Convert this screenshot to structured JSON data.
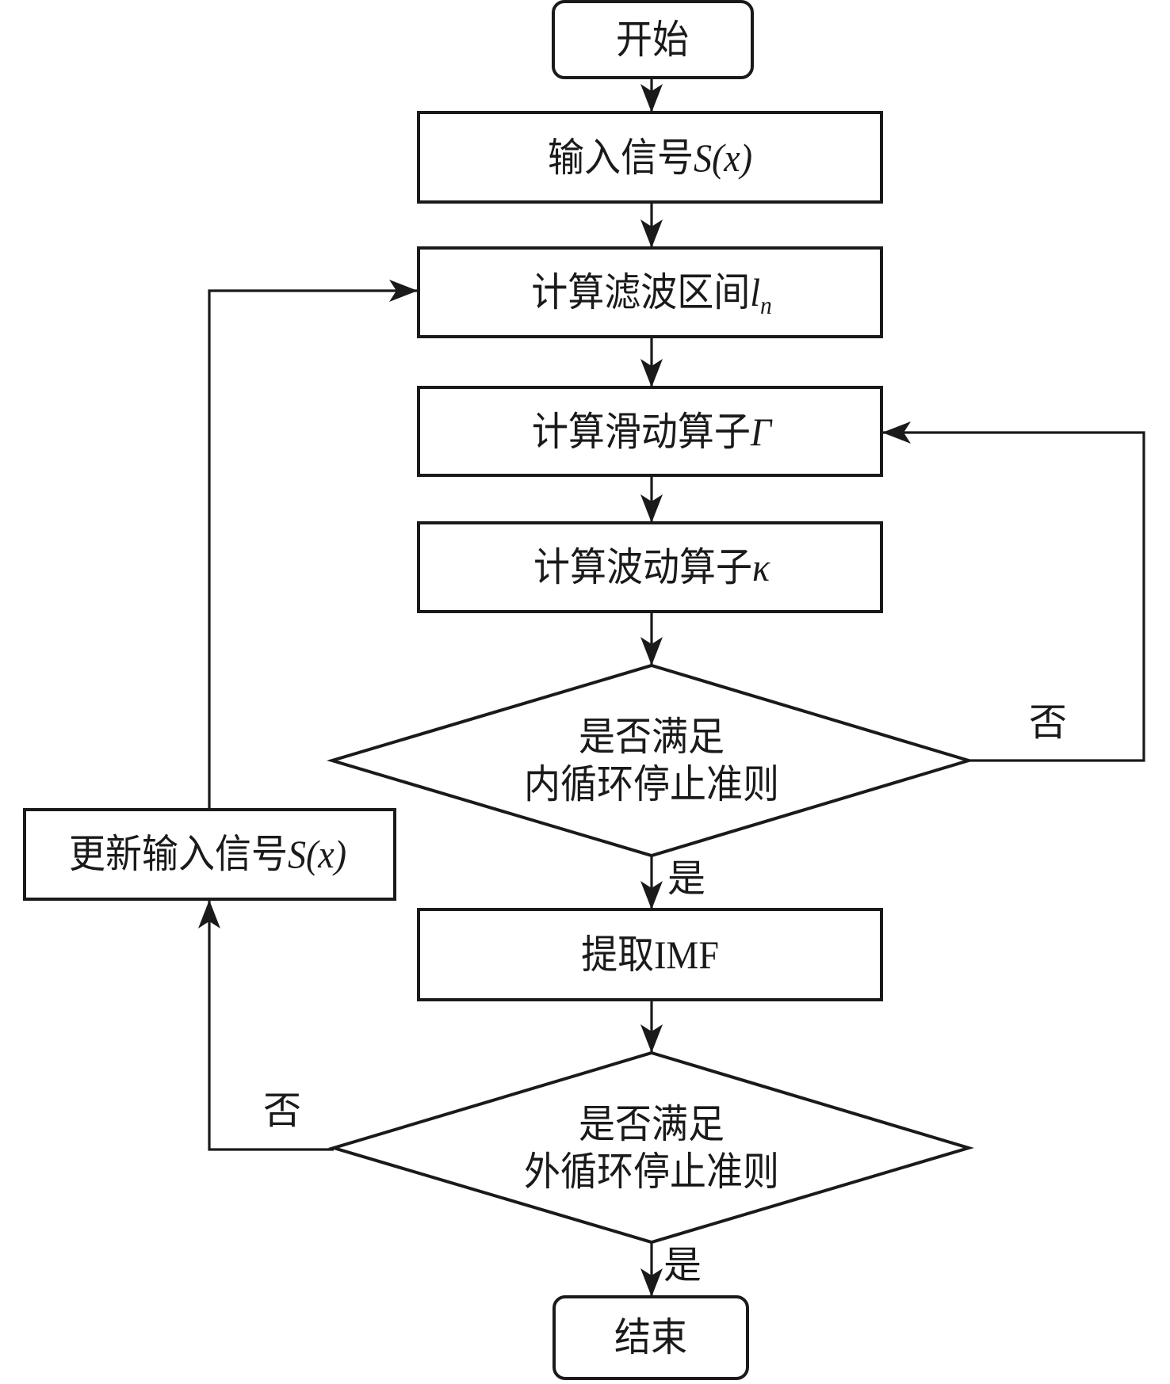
{
  "diagram": {
    "type": "flowchart",
    "nodes": {
      "start": {
        "text": "开始"
      },
      "input_signal": {
        "text": "输入信号",
        "math": "S(x)"
      },
      "filter_interval": {
        "text": "计算滤波区间",
        "math": "l",
        "subscript": "n"
      },
      "sliding_operator": {
        "text": "计算滑动算子",
        "math": "Γ"
      },
      "fluctuation_operator": {
        "text": "计算波动算子",
        "math": "κ"
      },
      "inner_decision": {
        "line1": "是否满足",
        "line2": "内循环停止准则"
      },
      "extract_imf": {
        "text": "提取IMF"
      },
      "outer_decision": {
        "line1": "是否满足",
        "line2": "外循环停止准则"
      },
      "update_signal": {
        "text": "更新输入信号",
        "math": "S(x)"
      },
      "end": {
        "text": "结束"
      }
    },
    "edge_labels": {
      "inner_no": "否",
      "inner_yes": "是",
      "outer_no": "否",
      "outer_yes": "是"
    },
    "edges": [
      {
        "from": "start",
        "to": "input_signal"
      },
      {
        "from": "input_signal",
        "to": "filter_interval"
      },
      {
        "from": "filter_interval",
        "to": "sliding_operator"
      },
      {
        "from": "sliding_operator",
        "to": "fluctuation_operator"
      },
      {
        "from": "fluctuation_operator",
        "to": "inner_decision"
      },
      {
        "from": "inner_decision",
        "to": "sliding_operator",
        "label": "否"
      },
      {
        "from": "inner_decision",
        "to": "extract_imf",
        "label": "是"
      },
      {
        "from": "extract_imf",
        "to": "outer_decision"
      },
      {
        "from": "outer_decision",
        "to": "update_signal",
        "label": "否"
      },
      {
        "from": "update_signal",
        "to": "filter_interval"
      },
      {
        "from": "outer_decision",
        "to": "end",
        "label": "是"
      }
    ]
  }
}
